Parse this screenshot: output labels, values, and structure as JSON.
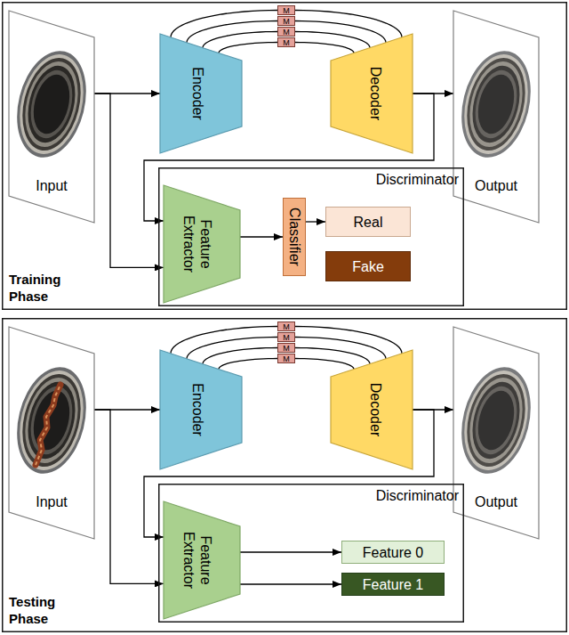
{
  "diagram": {
    "nodes": [
      {
        "text": [
          "Training Phase"
        ]
      },
      {
        "text": [
          "Input"
        ],
        "in": 0
      },
      {
        "text": [
          "Encoder"
        ],
        "in": 0
      },
      {
        "text": [
          "M"
        ],
        "in": 0
      },
      {
        "text": [
          "M"
        ],
        "in": 0
      },
      {
        "text": [
          "M"
        ],
        "in": 0
      },
      {
        "text": [
          "M"
        ],
        "in": 0
      },
      {
        "text": [
          "Decoder"
        ],
        "in": 0
      },
      {
        "text": [
          "Output"
        ],
        "in": 0
      },
      {
        "text": [
          "Discriminator"
        ],
        "in": 0
      },
      {
        "text": [
          "Feature Extractor"
        ],
        "in": 9
      },
      {
        "text": [
          "Classifier"
        ],
        "in": 9
      },
      {
        "text": [
          "Real"
        ],
        "in": 9
      },
      {
        "text": [
          "Fake"
        ],
        "in": 9
      },
      {
        "text": [
          "Testing Phase"
        ]
      },
      {
        "text": [
          "Input"
        ],
        "in": 14
      },
      {
        "text": [
          "Encoder"
        ],
        "in": 14
      },
      {
        "text": [
          "M"
        ],
        "in": 14
      },
      {
        "text": [
          "M"
        ],
        "in": 14
      },
      {
        "text": [
          "M"
        ],
        "in": 14
      },
      {
        "text": [
          "M"
        ],
        "in": 14
      },
      {
        "text": [
          "Decoder"
        ],
        "in": 14
      },
      {
        "text": [
          "Output"
        ],
        "in": 14
      },
      {
        "text": [
          "Discriminator"
        ],
        "in": 14
      },
      {
        "text": [
          "Feature Extractor"
        ],
        "in": 23
      },
      {
        "text": [
          "Feature 0"
        ],
        "in": 23
      },
      {
        "text": [
          "Feature 1"
        ],
        "in": 23
      }
    ],
    "edges": [
      {
        "from": 1,
        "to": 2,
        "arrow": "to"
      },
      {
        "from": 1,
        "to": 10,
        "arrow": "to"
      },
      {
        "from": 2,
        "to": 3,
        "arrow": "none"
      },
      {
        "from": 3,
        "to": 7,
        "arrow": "none"
      },
      {
        "from": 2,
        "to": 4,
        "arrow": "none"
      },
      {
        "from": 4,
        "to": 7,
        "arrow": "none"
      },
      {
        "from": 2,
        "to": 5,
        "arrow": "none"
      },
      {
        "from": 5,
        "to": 7,
        "arrow": "none"
      },
      {
        "from": 2,
        "to": 6,
        "arrow": "none"
      },
      {
        "from": 6,
        "to": 7,
        "arrow": "none"
      },
      {
        "from": 7,
        "to": 8,
        "arrow": "to"
      },
      {
        "from": 7,
        "to": 10,
        "arrow": "to"
      },
      {
        "from": 10,
        "to": 11,
        "arrow": "to"
      },
      {
        "from": 11,
        "to": 12,
        "arrow": "to"
      },
      {
        "from": 15,
        "to": 16,
        "arrow": "to"
      },
      {
        "from": 15,
        "to": 24,
        "arrow": "to"
      },
      {
        "from": 16,
        "to": 17,
        "arrow": "none"
      },
      {
        "from": 17,
        "to": 21,
        "arrow": "none"
      },
      {
        "from": 16,
        "to": 18,
        "arrow": "none"
      },
      {
        "from": 18,
        "to": 21,
        "arrow": "none"
      },
      {
        "from": 16,
        "to": 19,
        "arrow": "none"
      },
      {
        "from": 19,
        "to": 21,
        "arrow": "none"
      },
      {
        "from": 16,
        "to": 20,
        "arrow": "none"
      },
      {
        "from": 20,
        "to": 21,
        "arrow": "none"
      },
      {
        "from": 21,
        "to": 22,
        "arrow": "to"
      },
      {
        "from": 21,
        "to": 24,
        "arrow": "to"
      },
      {
        "from": 24,
        "to": 25,
        "arrow": "to"
      },
      {
        "from": 24,
        "to": 26,
        "arrow": "to"
      }
    ]
  }
}
